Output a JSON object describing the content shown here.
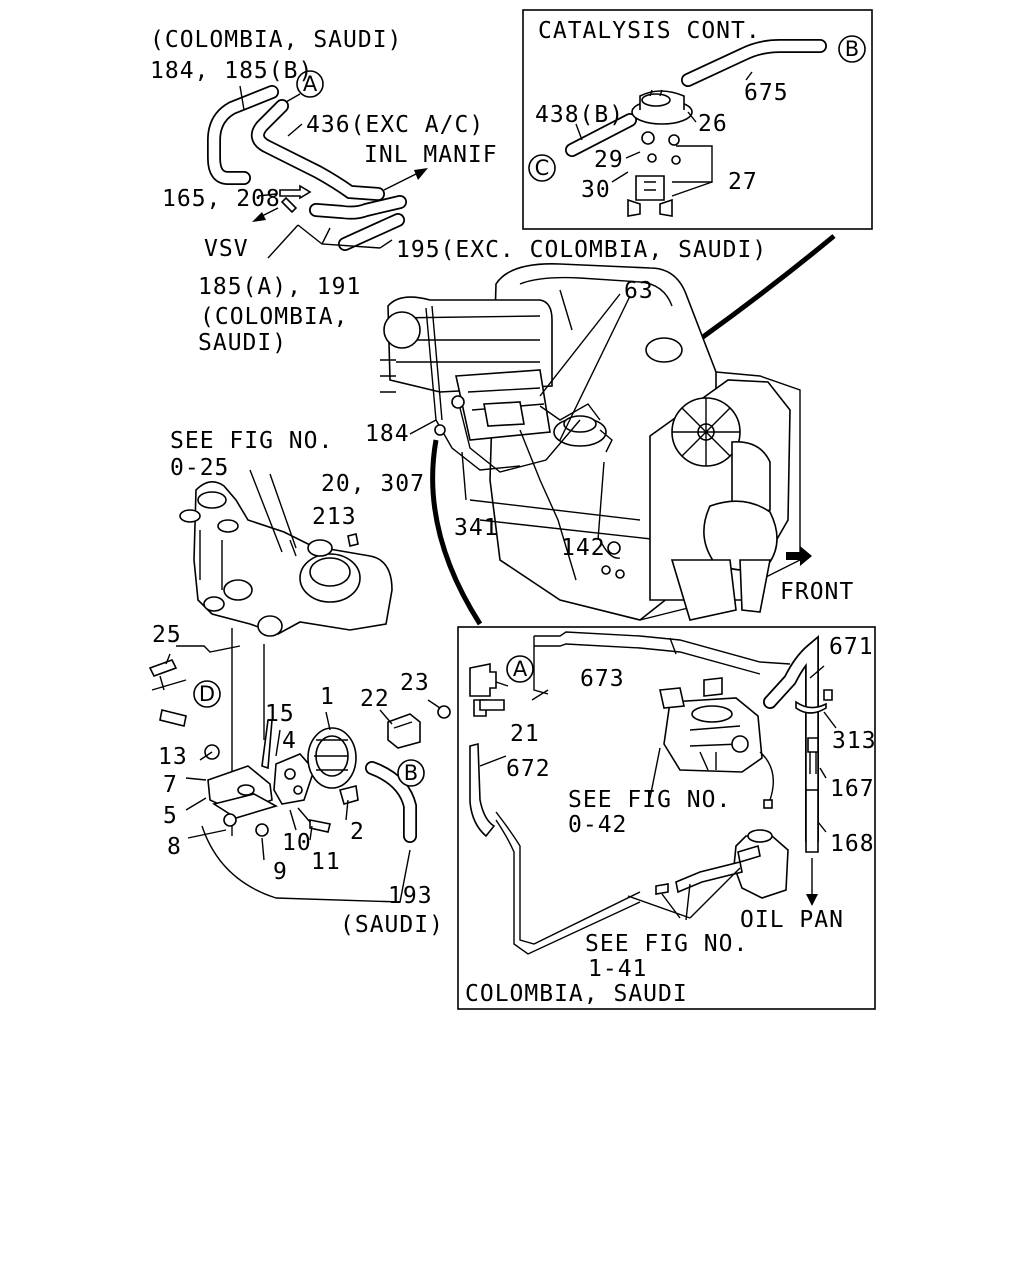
{
  "boxes": {
    "catalysis_title": "CATALYSIS CONT.",
    "colombia_saudi_footer": "COLOMBIA, SAUDI"
  },
  "notes": {
    "colombia_saudi_top": "(COLOMBIA, SAUDI)",
    "exc_ac": "436(EXC A/C)",
    "inl_manif": "INL MANIF",
    "vsv": "VSV",
    "exc_colombia_saudi": "195(EXC. COLOMBIA, SAUDI)",
    "colombia_paren_1": "(COLOMBIA,",
    "saudi_paren_2": "SAUDI)",
    "see_fig_025_a": "SEE FIG NO.",
    "see_fig_025_b": "0-25",
    "front": "FRONT",
    "saudi_paren": "(SAUDI)",
    "see_fig_042_a": "SEE FIG NO.",
    "see_fig_042_b": "0-42",
    "oil_pan": "OIL PAN",
    "see_fig_141_a": "SEE FIG NO.",
    "see_fig_141_b": "1-41"
  },
  "callouts": {
    "c184_185b": "184, 185(B)",
    "c165_208": "165, 208",
    "c185a_191": "185(A), 191",
    "c675": "675",
    "c438b": "438(B)",
    "c26": "26",
    "c29": "29",
    "c30": "30",
    "c27": "27",
    "c63": "63",
    "c184": "184",
    "c20_307": "20, 307",
    "c213": "213",
    "c341": "341",
    "c142": "142",
    "c25": "25",
    "c22": "22",
    "c23": "23",
    "c15": "15",
    "c1": "1",
    "c4": "4",
    "c13": "13",
    "c7": "7",
    "c5": "5",
    "c8": "8",
    "c10": "10",
    "c9": "9",
    "c11": "11",
    "c2": "2",
    "c193": "193",
    "c673": "673",
    "c671": "671",
    "c21": "21",
    "c672": "672",
    "c313": "313",
    "c167": "167",
    "c168": "168"
  },
  "connectors": {
    "A": "A",
    "B": "B",
    "C": "C",
    "D": "D"
  }
}
